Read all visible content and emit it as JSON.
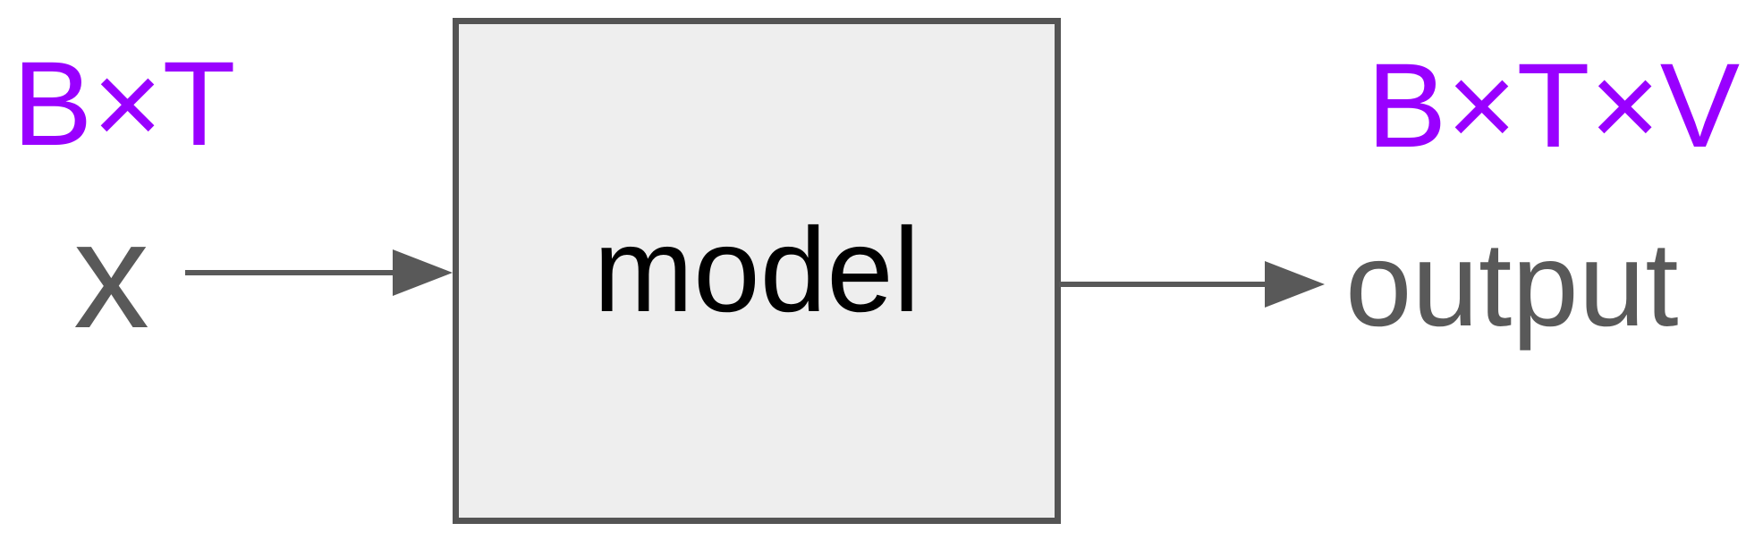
{
  "diagram": {
    "input": {
      "shape_label": "B×T",
      "label": "x"
    },
    "model": {
      "label": "model"
    },
    "output": {
      "shape_label": "B×T×V",
      "label": "output"
    },
    "colors": {
      "shape_label_purple": "#9900ff",
      "io_text_gray": "#595959",
      "arrow_gray": "#595959",
      "box_border": "#545454",
      "box_fill": "#eeeeee",
      "model_text": "#000000",
      "background": "#ffffff"
    }
  }
}
